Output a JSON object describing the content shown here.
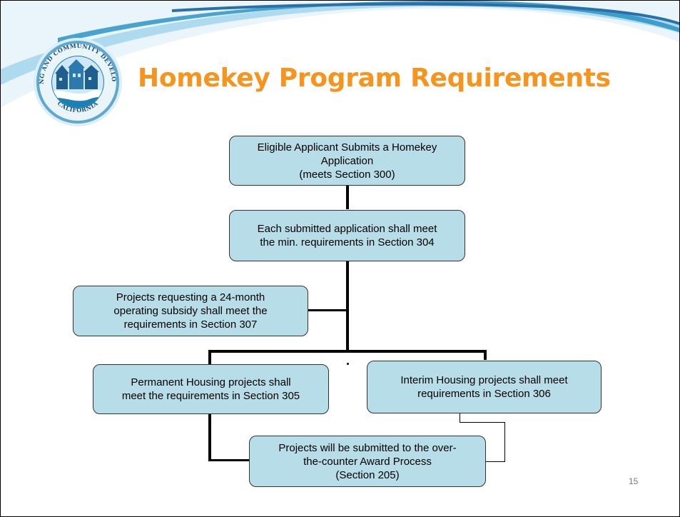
{
  "slide": {
    "title": "Homekey Program Requirements",
    "page_number": "15"
  },
  "logo": {
    "ring_text": "HOUSING AND COMMUNITY DEVELOPMENT",
    "bottom_text": "CALIFORNIA"
  },
  "colors": {
    "title": "#f7941d",
    "box_fill": "#b7dde8",
    "swoosh": "#1f8ec4"
  },
  "flowchart": {
    "box_applicant": "Eligible Applicant Submits a Homekey\nApplication\n(meets Section 300)",
    "box_min_requirements": "Each submitted application shall meet\nthe min. requirements in Section 304",
    "box_operating_subsidy": "Projects requesting a 24-month\noperating subsidy shall meet the\nrequirements in Section 307",
    "box_permanent": "Permanent Housing projects shall\nmeet the requirements in Section 305",
    "box_interim": "Interim Housing projects shall meet\nrequirements in Section 306",
    "box_award": "Projects will be submitted to the over-\nthe-counter Award Process\n(Section 205)"
  }
}
